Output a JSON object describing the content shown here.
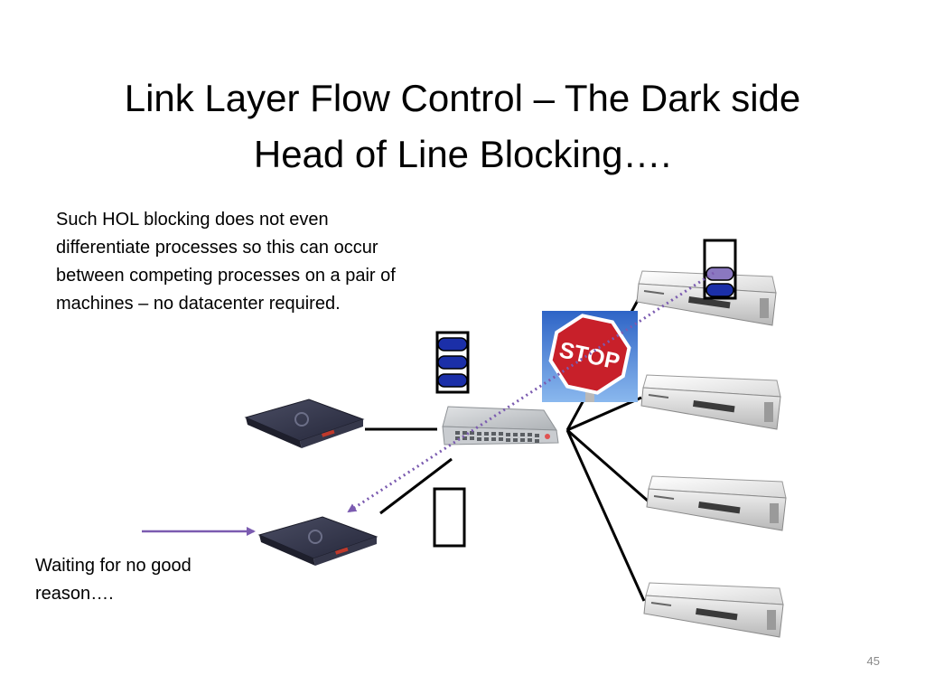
{
  "slide": {
    "title_line1": "Link Layer Flow Control – The Dark side",
    "title_line2": "Head of Line Blocking….",
    "hol_note": [
      "Such HOL blocking does not even",
      "differentiate processes so this can occur",
      "between competing processes on a pair of",
      "machines – no datacenter required."
    ],
    "waiting_note": [
      "Waiting for no good",
      "reason…."
    ],
    "stop_sign_text": "STOP",
    "page_number": "45"
  },
  "colors": {
    "blue_packet": "#1b2fa8",
    "purple_packet": "#8a78c0",
    "purple_arrow": "#7b5bb0",
    "stop_red": "#c8202a",
    "sky_blue": "#3f7fd6"
  },
  "icons": {
    "queues": "packet-queue-icon",
    "servers": "rack-server-icon",
    "switch": "network-switch-icon",
    "stop": "stop-sign-icon"
  }
}
